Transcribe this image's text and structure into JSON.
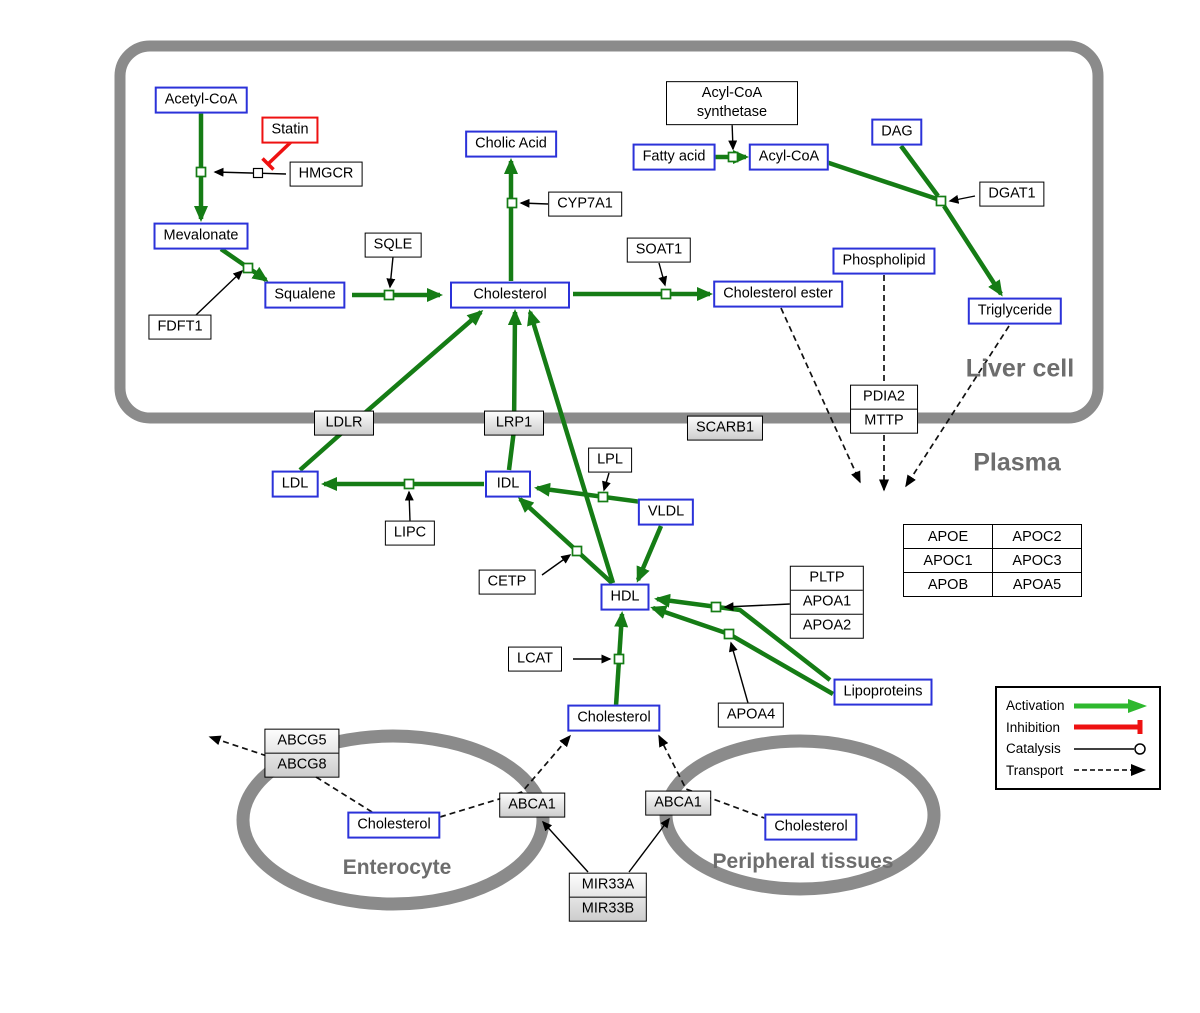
{
  "regions": {
    "liver": {
      "label": "Liver cell"
    },
    "plasma": {
      "label": "Plasma"
    },
    "enterocyte": {
      "label": "Enterocyte"
    },
    "peripheral": {
      "label": "Peripheral tissues"
    }
  },
  "nodes": {
    "acetyl_coa": {
      "label": "Acetyl-CoA"
    },
    "statin": {
      "label": "Statin"
    },
    "hmgcr": {
      "label": "HMGCR"
    },
    "mevalonate": {
      "label": "Mevalonate"
    },
    "fdft1": {
      "label": "FDFT1"
    },
    "squalene": {
      "label": "Squalene"
    },
    "sqle": {
      "label": "SQLE"
    },
    "cholic_acid": {
      "label": "Cholic Acid"
    },
    "cyp7a1": {
      "label": "CYP7A1"
    },
    "cholesterol_liver": {
      "label": "Cholesterol"
    },
    "soat1": {
      "label": "SOAT1"
    },
    "cholesterol_ester": {
      "label": "Cholesterol ester"
    },
    "acyl_coa_synthetase": {
      "line1": "Acyl-CoA",
      "line2": "synthetase"
    },
    "fatty_acid": {
      "label": "Fatty acid"
    },
    "acyl_coa": {
      "label": "Acyl-CoA"
    },
    "dag": {
      "label": "DAG"
    },
    "dgat1": {
      "label": "DGAT1"
    },
    "phospholipid": {
      "label": "Phospholipid"
    },
    "triglyceride": {
      "label": "Triglyceride"
    },
    "ldlr": {
      "label": "LDLR"
    },
    "lrp1": {
      "label": "LRP1"
    },
    "scarb1": {
      "label": "SCARB1"
    },
    "pdia2_mttp": {
      "rows": [
        "PDIA2",
        "MTTP"
      ]
    },
    "ldl": {
      "label": "LDL"
    },
    "idl": {
      "label": "IDL"
    },
    "lipc": {
      "label": "LIPC"
    },
    "lpl": {
      "label": "LPL"
    },
    "vldl": {
      "label": "VLDL"
    },
    "cetp": {
      "label": "CETP"
    },
    "hdl": {
      "label": "HDL"
    },
    "pltp_stack": {
      "rows": [
        "PLTP",
        "APOA1",
        "APOA2"
      ]
    },
    "lcat": {
      "label": "LCAT"
    },
    "apoa4": {
      "label": "APOA4"
    },
    "lipoproteins": {
      "label": "Lipoproteins"
    },
    "cholesterol_plasma": {
      "label": "Cholesterol"
    },
    "abcg_stack": {
      "rows": [
        "ABCG5",
        "ABCG8"
      ]
    },
    "cholesterol_enterocyte": {
      "label": "Cholesterol"
    },
    "abca1_left": {
      "label": "ABCA1"
    },
    "abca1_right": {
      "label": "ABCA1"
    },
    "cholesterol_peripheral": {
      "label": "Cholesterol"
    },
    "mir_stack": {
      "rows": [
        "MIR33A",
        "MIR33B"
      ]
    }
  },
  "apo_table": {
    "rows": [
      [
        "APOE",
        "APOC2"
      ],
      [
        "APOC1",
        "APOC3"
      ],
      [
        "APOB",
        "APOA5"
      ]
    ]
  },
  "legend": {
    "items": [
      {
        "label": "Activation",
        "type": "activation"
      },
      {
        "label": "Inhibition",
        "type": "inhibition"
      },
      {
        "label": "Catalysis",
        "type": "catalysis"
      },
      {
        "label": "Transport",
        "type": "transport"
      }
    ]
  },
  "colors": {
    "activation_green": "#157c15",
    "legend_green": "#2eb82e",
    "inhibition_red": "#ee1111",
    "metabolite_blue": "#2b32d9",
    "membrane_gray": "#8b8b8b"
  }
}
